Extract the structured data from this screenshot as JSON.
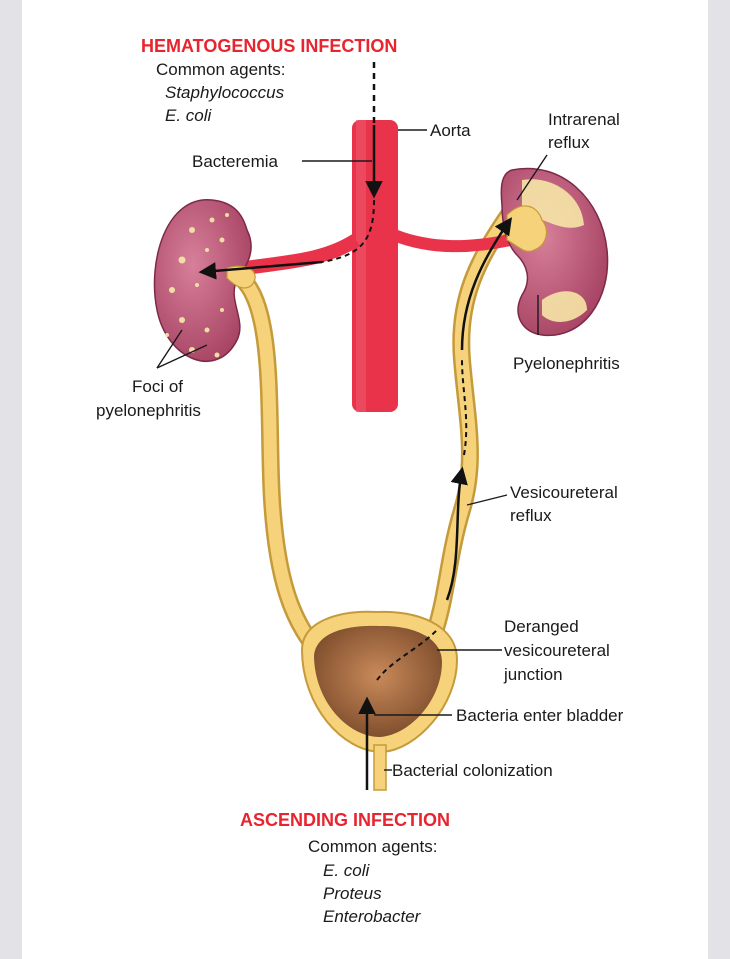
{
  "hematogenous": {
    "title": "HEMATOGENOUS INFECTION",
    "agents_label": "Common agents:",
    "agents": [
      "Staphylococcus",
      "E. coli"
    ]
  },
  "ascending": {
    "title": "ASCENDING INFECTION",
    "agents_label": "Common agents:",
    "agents": [
      "E. coli",
      "Proteus",
      "Enterobacter"
    ]
  },
  "labels": {
    "aorta": "Aorta",
    "bacteremia": "Bacteremia",
    "intrarenal_reflux": [
      "Intrarenal",
      "reflux"
    ],
    "foci": [
      "Foci of",
      "pyelonephritis"
    ],
    "pyelonephritis": "Pyelonephritis",
    "vesicoureteral_reflux": [
      "Vesicoureteral",
      "reflux"
    ],
    "deranged_junction": [
      "Deranged",
      "vesicoureteral",
      "junction"
    ],
    "bacteria_enter_bladder": "Bacteria enter bladder",
    "bacterial_colonization": "Bacterial colonization"
  },
  "colors": {
    "red_text": "#e8242e",
    "aorta": "#e8334a",
    "kidney": "#b34a6a",
    "ureter": "#f5c86a",
    "bladder": "#a0643c",
    "arrow": "#111111"
  }
}
